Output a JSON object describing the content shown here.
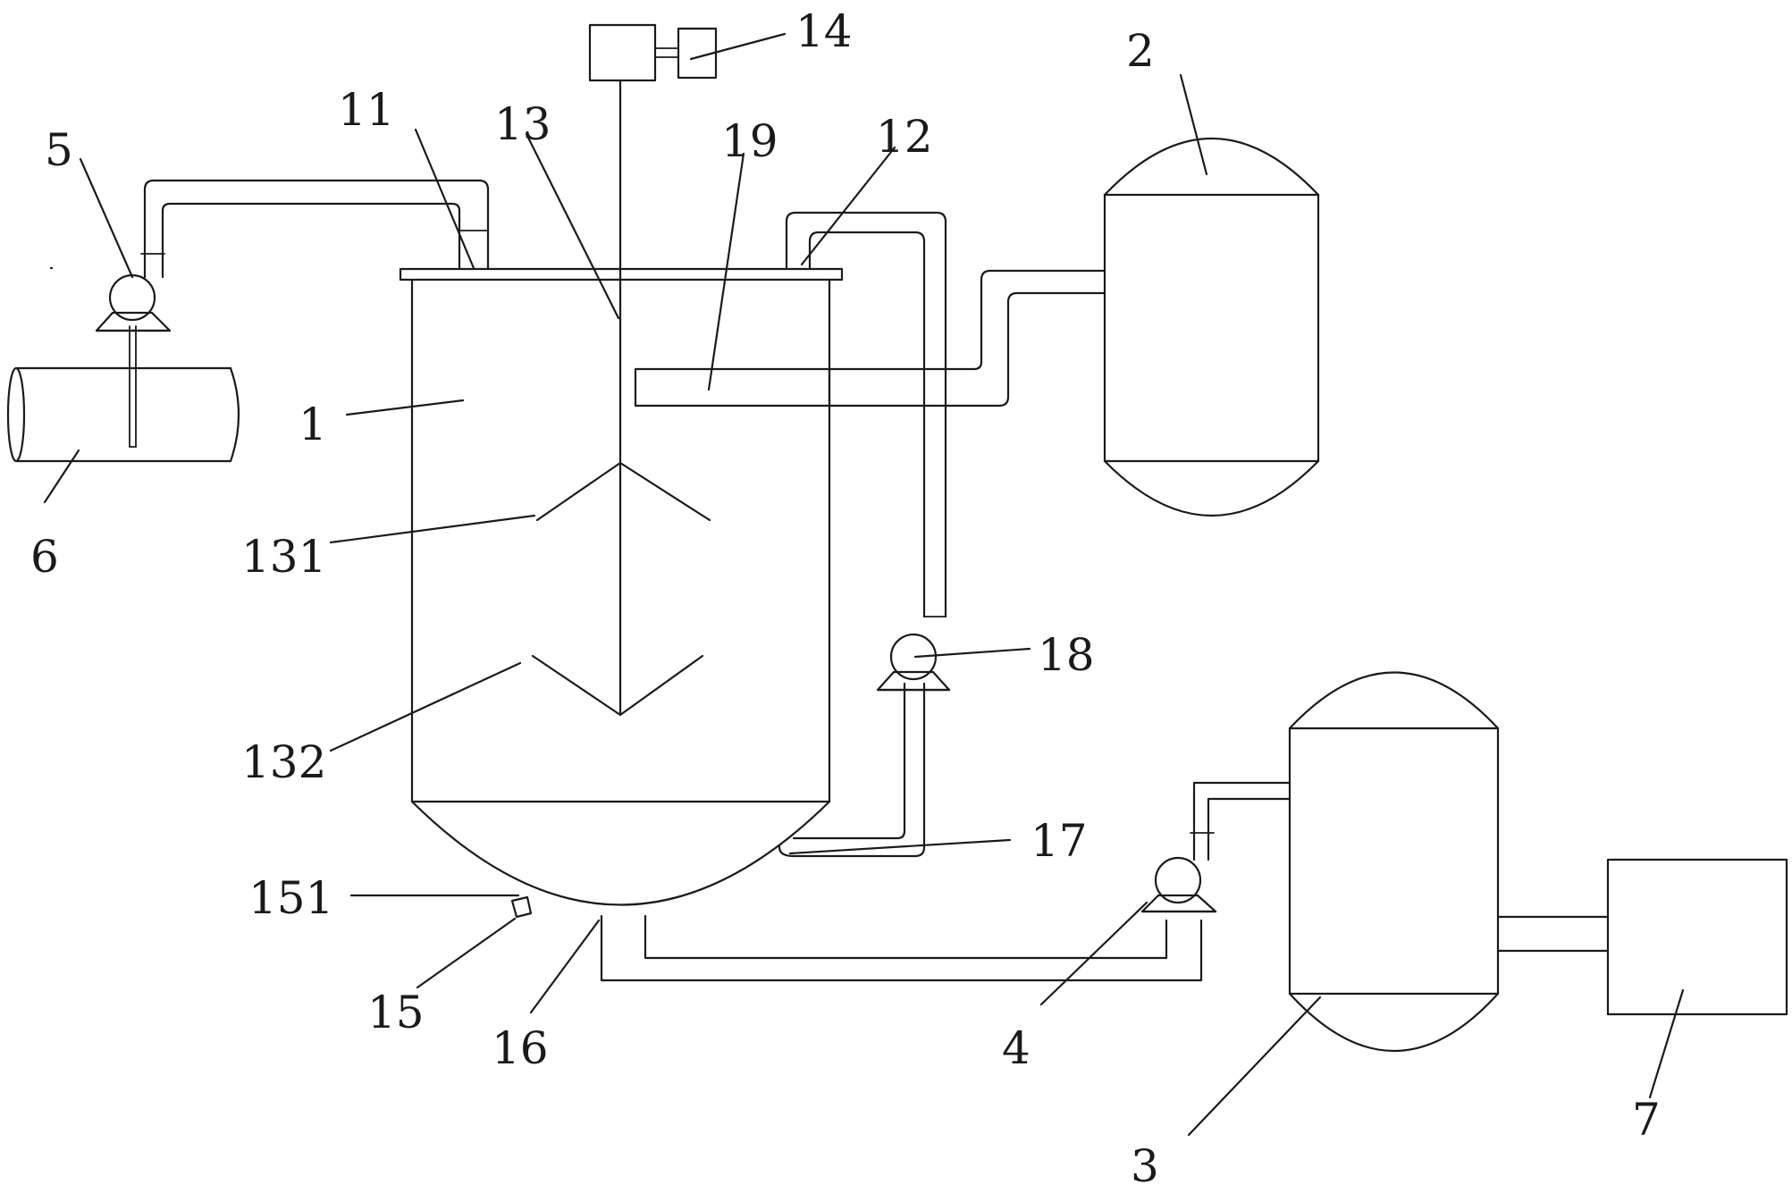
{
  "labels": {
    "l1": "1",
    "l2": "2",
    "l3": "3",
    "l4": "4",
    "l5": "5",
    "l6": "6",
    "l7": "7",
    "l11": "11",
    "l12": "12",
    "l13": "13",
    "l14": "14",
    "l15": "15",
    "l16": "16",
    "l17": "17",
    "l18": "18",
    "l19": "19",
    "l131": "131",
    "l132": "132",
    "l151": "151"
  }
}
